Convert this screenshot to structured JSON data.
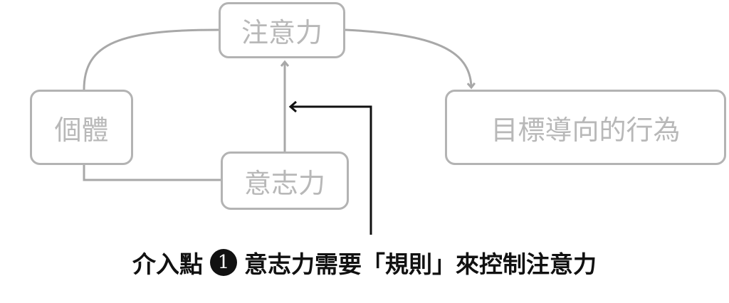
{
  "nodes": {
    "attention": "注意力",
    "individual": "個體",
    "willpower": "意志力",
    "goal_behavior": "目標導向的行為"
  },
  "caption": {
    "prefix": "介入點",
    "number": "1",
    "text": "意志力需要「規則」來控制注意力"
  },
  "colors": {
    "node": "#b3b3b3",
    "caption": "#111111"
  }
}
